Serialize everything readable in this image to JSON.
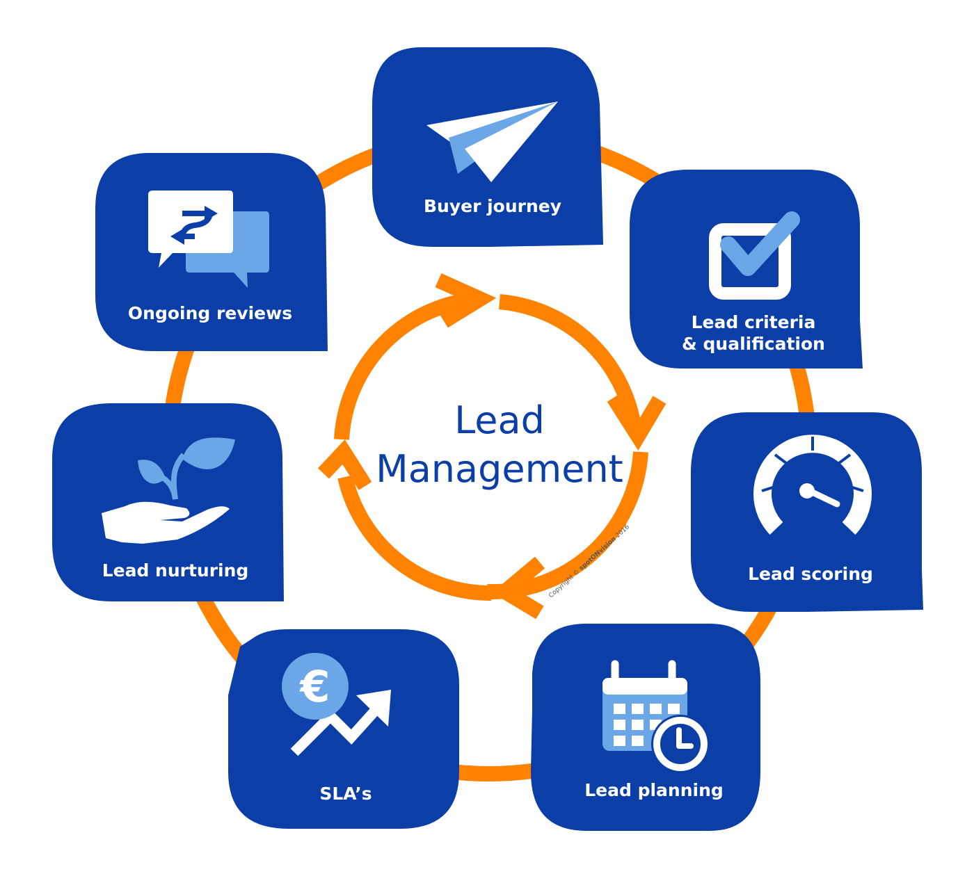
{
  "center": {
    "title_line1": "Lead",
    "title_line2": "Management"
  },
  "steps": [
    {
      "id": "buyer-journey",
      "label_line1": "Buyer journey",
      "label_line2": "",
      "icon": "paper-plane-icon"
    },
    {
      "id": "lead-criteria",
      "label_line1": "Lead criteria",
      "label_line2": "& qualification",
      "icon": "checkbox-icon"
    },
    {
      "id": "lead-scoring",
      "label_line1": "Lead scoring",
      "label_line2": "",
      "icon": "gauge-icon"
    },
    {
      "id": "lead-planning",
      "label_line1": "Lead planning",
      "label_line2": "",
      "icon": "calendar-clock-icon"
    },
    {
      "id": "slas",
      "label_line1": "SLA’s",
      "label_line2": "",
      "icon": "euro-growth-icon"
    },
    {
      "id": "lead-nurturing",
      "label_line1": "Lead nurturing",
      "label_line2": "",
      "icon": "hand-plant-icon"
    },
    {
      "id": "ongoing-reviews",
      "label_line1": "Ongoing reviews",
      "label_line2": "",
      "icon": "chat-exchange-icon"
    }
  ],
  "copyright": {
    "prefix": "Copyright © ",
    "brand": "spotONvision",
    "year": " 2016"
  },
  "colors": {
    "bubble": "#0b3ea6",
    "accent": "#ff8300",
    "icon_light": "#6ba6e6",
    "white": "#ffffff"
  }
}
